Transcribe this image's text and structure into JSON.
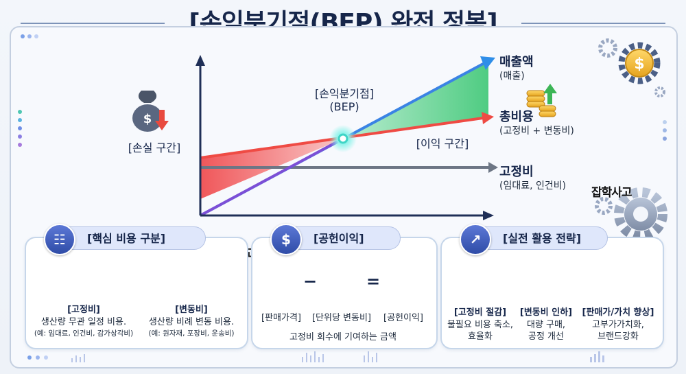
{
  "title": "[손익분기점(BEP) 완전 정복]",
  "chart": {
    "revenue_label": "매출액",
    "revenue_sub": "(매출)",
    "total_cost_label": "총비용",
    "total_cost_sub": "(고정비 + 변동비)",
    "fixed_cost_label": "고정비",
    "fixed_cost_sub": "(임대료, 인건비)",
    "bep_label": "[손익분기점]",
    "bep_sub": "(BEP)",
    "loss_label": "[손실 구간]",
    "profit_label": "[이익 구간]"
  },
  "watermark": "잡학사고",
  "cards": [
    {
      "heading": "[핵심 비용 구분]",
      "items": [
        {
          "title": "[고정비]",
          "desc": "생산량 무관 일정 비용.",
          "example": "(예: 임대료, 인건비, 감가상각비)"
        },
        {
          "title": "[변동비]",
          "desc": "생산량 비례 변동 비용.",
          "example": "(예: 원자재, 포장비, 운송비)"
        }
      ]
    },
    {
      "heading": "[공헌이익]",
      "operators": [
        "−",
        "="
      ],
      "items": [
        {
          "title": "[판매가격]"
        },
        {
          "title": "[단위당 변동비]"
        },
        {
          "title": "[공헌이익]"
        }
      ],
      "footer": "고정비 회수에 기여하는 금액"
    },
    {
      "heading": "[실전 활용 전략]",
      "items": [
        {
          "title": "[고정비 절감]",
          "desc1": "불필요 비용 축소,",
          "desc2": "효율화"
        },
        {
          "title": "[변동비 인하]",
          "desc1": "대량 구매,",
          "desc2": "공정 개선"
        },
        {
          "title": "[판매가/가치 향상]",
          "desc1": "고부가가치화,",
          "desc2": "브랜드강화"
        }
      ]
    }
  ],
  "colors": {
    "revenue": "#2f8ee8",
    "total_cost": "#ef4b44",
    "fixed_cost": "#6d7685",
    "profit_fill": "#5cd08a",
    "loss_fill": "#f26a66",
    "axis": "#1f2f57"
  }
}
